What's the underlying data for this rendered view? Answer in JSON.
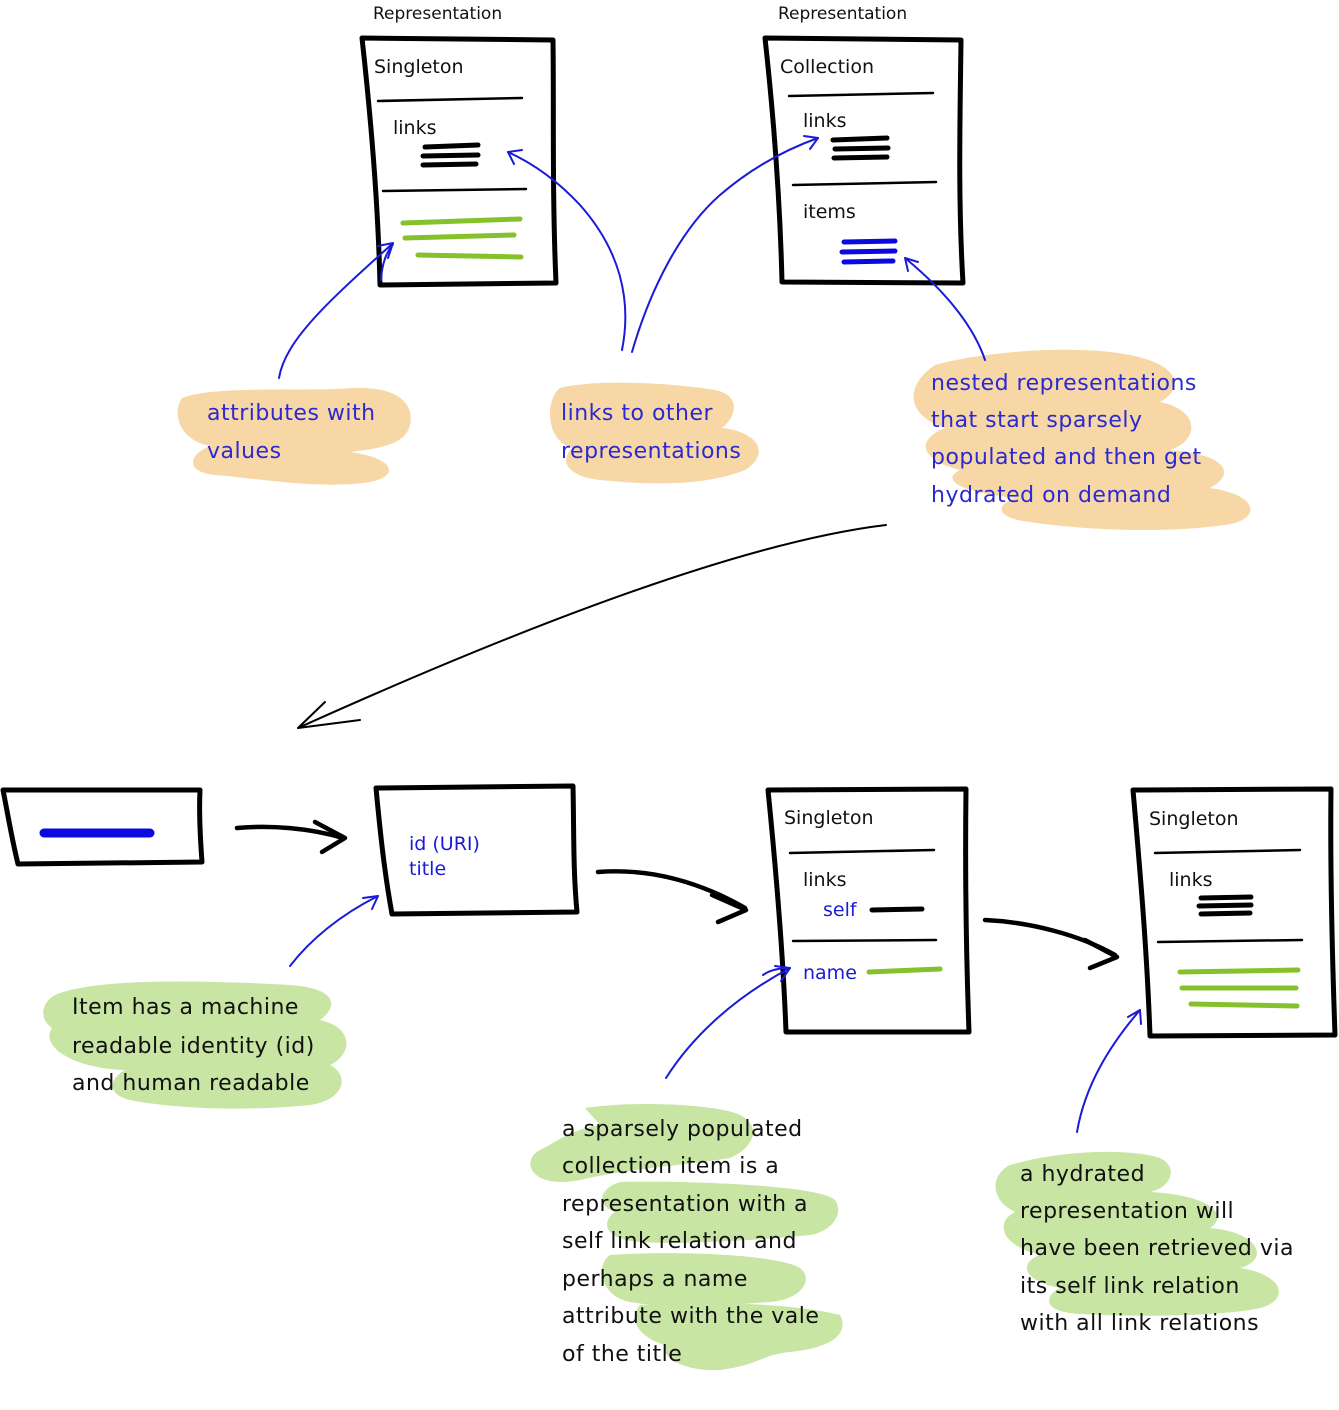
{
  "colors": {
    "ink": "#000000",
    "blue_ink": "#1a1ad8",
    "green_bars": "#84c12a",
    "orange_highlight": "#f6c98a",
    "green_highlight": "#b5dc86"
  },
  "top_cards": {
    "left": {
      "caption": "Representation",
      "title": "Singleton",
      "links_label": "links"
    },
    "right": {
      "caption": "Representation",
      "title": "Collection",
      "links_label": "links",
      "items_label": "items"
    }
  },
  "top_notes": {
    "attributes": [
      "attributes with",
      "values"
    ],
    "links": [
      "links to other",
      "representations"
    ],
    "nested": [
      "nested representations",
      "that start sparsely",
      "populated and then get",
      "hydrated on demand"
    ]
  },
  "bottom": {
    "item_card": {
      "id_label": "id (URI)",
      "title_label": "title"
    },
    "sparse_card": {
      "title": "Singleton",
      "links_label": "links",
      "self_label": "self",
      "name_label": "name"
    },
    "hydrated_card": {
      "title": "Singleton",
      "links_label": "links"
    }
  },
  "bottom_notes": {
    "identity": [
      "Item has a machine",
      "readable identity (id)",
      "and human readable"
    ],
    "sparse": [
      "a sparsely populated",
      "collection item is a",
      "representation with a",
      "self link relation and",
      "perhaps a name",
      "attribute with the vale",
      "of the title"
    ],
    "hydrated": [
      "a hydrated",
      "representation will",
      "have been retrieved via",
      "its self link relation",
      "with all link relations"
    ]
  }
}
